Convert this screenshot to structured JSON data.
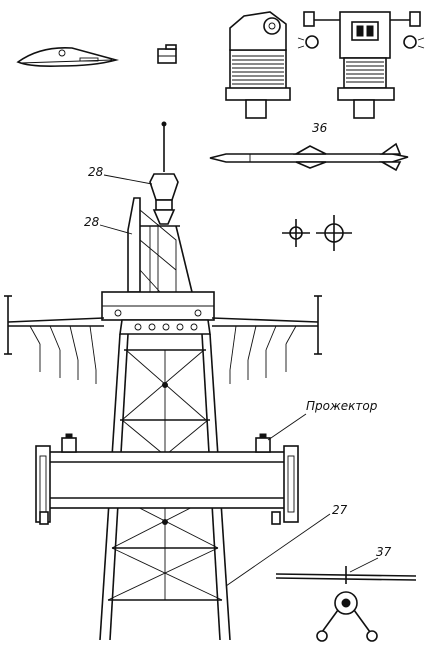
{
  "labels": {
    "sensor_mast": "28",
    "sensor_frame": "28",
    "tower": "27",
    "rotor_craft": "37",
    "top_assembly": "36",
    "searchlight": "Прожектор"
  },
  "colors": {
    "ink": "#111111",
    "paper": "#ffffff"
  },
  "icons": {
    "missile": "missile-icon",
    "rotor": "rotor-icon",
    "radar_dish": "radar-dish-icon",
    "crosshair": "crosshair-icon"
  }
}
